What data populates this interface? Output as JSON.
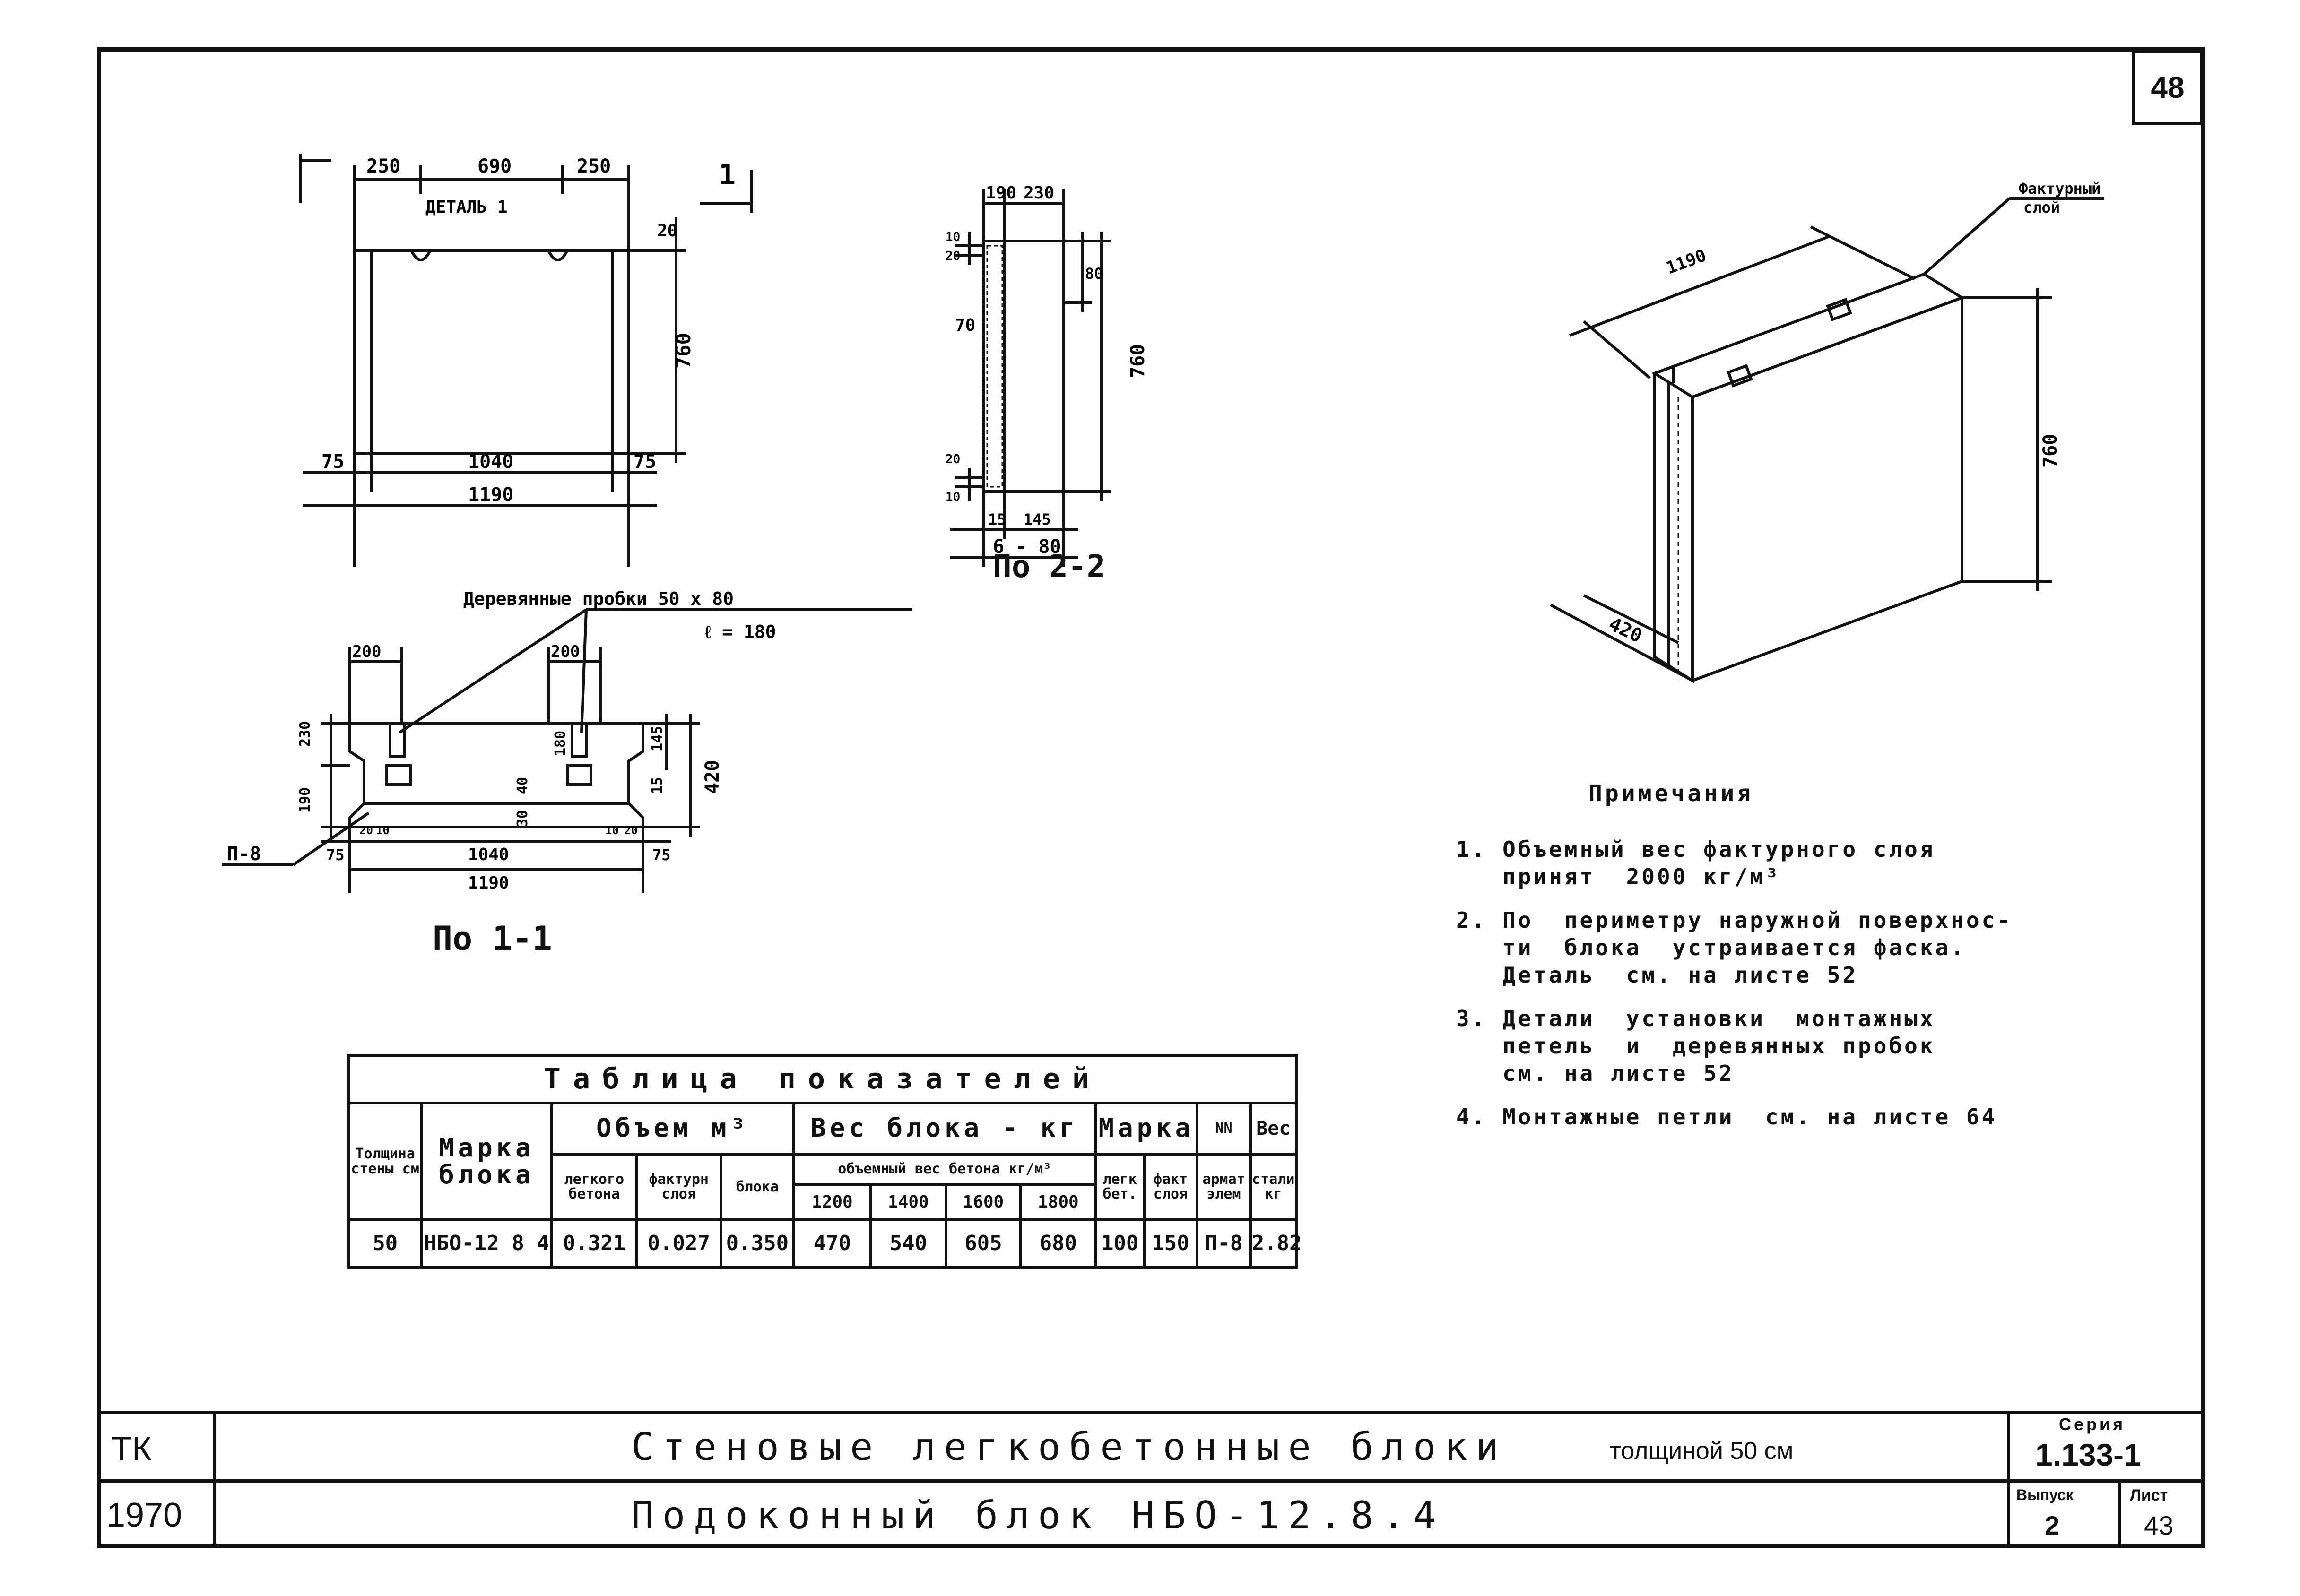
{
  "sheet_number": "48",
  "elevation": {
    "top_dims": [
      "250",
      "690",
      "250"
    ],
    "detail_label": "ДЕТАЛЬ 1",
    "height": "760",
    "top_right": "20",
    "bottom_dims": [
      "75",
      "1040",
      "75"
    ],
    "total_length": "1190",
    "section_mark": "1"
  },
  "section22": {
    "top_dims": [
      "190",
      "230"
    ],
    "left_dims": [
      "10",
      "20",
      "70",
      "20",
      "10"
    ],
    "right_dims": [
      "80",
      "760"
    ],
    "bottom_dims": [
      "15",
      "145",
      "6 - 80"
    ],
    "title": "По 2-2"
  },
  "section11": {
    "leader_text": "Деревянные пробки 50 x 80",
    "leader_sub": "ℓ = 180",
    "top_dims": [
      "200",
      "200"
    ],
    "left_dims": [
      "230",
      "190"
    ],
    "inner_dims": [
      "180",
      "40",
      "30"
    ],
    "right_dims": [
      "15",
      "145",
      "420"
    ],
    "loop_label": "П-8",
    "bottom_dims": [
      "75",
      "20",
      "10",
      "1040",
      "10",
      "20",
      "75"
    ],
    "total_length": "1190",
    "title": "По 1-1"
  },
  "iso": {
    "length": "1190",
    "height": "760",
    "width": "420",
    "layer_label_1": "Фактурный",
    "layer_label_2": "слой"
  },
  "table": {
    "title": "Таблица показателей",
    "h_thickness": "Толщина стены см",
    "h_mark": "Марка блока",
    "h_volume": "Объем м³",
    "h_volume_light": "легкого бетона",
    "h_volume_facing": "фактурн слоя",
    "h_volume_block": "блока",
    "h_weight": "Вес блока - кг",
    "h_weight_sub": "объемный вес бетона кг/м³",
    "h_weights": [
      "1200",
      "1400",
      "1600",
      "1800"
    ],
    "h_grade": "Марка",
    "h_grade_light": "легк бет.",
    "h_grade_facing": "факт слоя",
    "h_nn": "NN",
    "h_nn_sub": "армат элем",
    "h_steel": "Вес",
    "h_steel_sub": "стали кг",
    "row": {
      "thickness": "50",
      "mark": "НБО-12 8 4",
      "v_light": "0.321",
      "v_facing": "0.027",
      "v_block": "0.350",
      "weights": [
        "470",
        "540",
        "605",
        "680"
      ],
      "grade_light": "100",
      "grade_facing": "150",
      "nn": "П-8",
      "steel": "2.82"
    }
  },
  "notes": {
    "title": "Примечания",
    "items": [
      "1. Объемный вес фактурного слоя\n   принят  2000 кг/м³",
      "2. По  периметру наружной поверхнос-\n   ти  блока  устраивается фаска.\n   Деталь  см. на листе 52",
      "3. Детали  установки  монтажных\n   петель  и  деревянных пробок\n   см. на листе 52",
      "4. Монтажные петли  см. на листе 64"
    ]
  },
  "title_block": {
    "org": "ТК",
    "year": "1970",
    "title_main": "Стеновые легкобетонные блоки",
    "title_suffix": "толщиной 50 см",
    "subtitle": "Подоконный блок НБО-12.8.4",
    "series_label": "Серия",
    "series_value": "1.133-1",
    "issue_label": "Выпуск",
    "issue_value": "2",
    "sheet_label": "Лист",
    "sheet_value": "43"
  }
}
